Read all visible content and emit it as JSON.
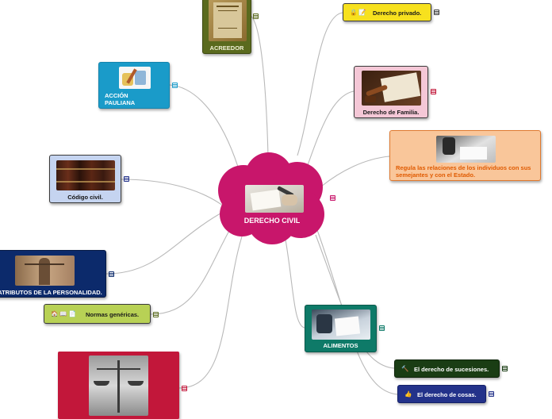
{
  "central": {
    "label": "DERECHO CIVIL",
    "color": "#c8166b"
  },
  "topics": {
    "acreedor": {
      "label": "ACREEDOR",
      "color": "#5a6a1e"
    },
    "accion_pauliana": {
      "label": "ACCIÓN PAULIANA",
      "color": "#1a9bc9"
    },
    "codigo_civil": {
      "label": "Código civil.",
      "color": "#c5d4f0"
    },
    "atributos": {
      "label": "ATRIBUTOS DE LA PERSONALIDAD.",
      "color": "#0c2a6b"
    },
    "normas": {
      "label": "Normas genéricas.",
      "color": "#b8d155",
      "icons": "🏠 📖 📄"
    },
    "balanza": {
      "color": "#c2173a"
    },
    "derecho_privado": {
      "label": "Derecho privado.",
      "color": "#f7e11e",
      "icons": "🔒 📝"
    },
    "derecho_familia": {
      "label": "Derecho de Familia.",
      "color": "#f4c7d6"
    },
    "regula": {
      "label": "Regula las relaciones de los individuos con sus semejantes y con el Estado.",
      "color": "#f9c69a",
      "text_color": "#e05a00"
    },
    "alimentos": {
      "label": "ALIMENTOS",
      "color": "#0e7a68"
    },
    "sucesiones": {
      "label": "El derecho de sucesiones.",
      "color": "#1a3d14",
      "icon": "🔨"
    },
    "cosas": {
      "label": "El derecho de cosas.",
      "color": "#23328a",
      "icon": "👍"
    }
  },
  "book_title": "DERECHO CIVIL"
}
